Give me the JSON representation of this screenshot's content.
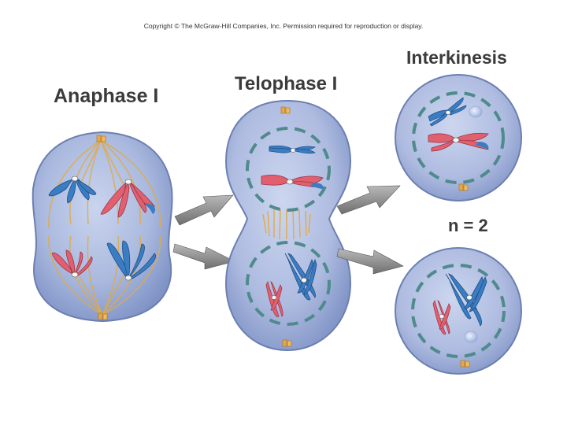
{
  "copyright": "Copyright © The McGraw-Hill Companies, Inc. Permission required for reproduction or display.",
  "stages": {
    "anaphase_label": "Anaphase I",
    "telophase_label": "Telophase I",
    "interkinesis_label": "Interkinesis",
    "ploidy_label": "n = 2"
  },
  "colors": {
    "cell_fill": "#a9b8dc",
    "cell_edge": "#6c7fb0",
    "nuclear_envelope": "#4f8a8c",
    "spindle": "#e2aa45",
    "chromosome_blue": "#3a7dc2",
    "chromosome_red": "#e06070",
    "centriole": "#e6a845",
    "arrow": "#8a8a8a"
  }
}
